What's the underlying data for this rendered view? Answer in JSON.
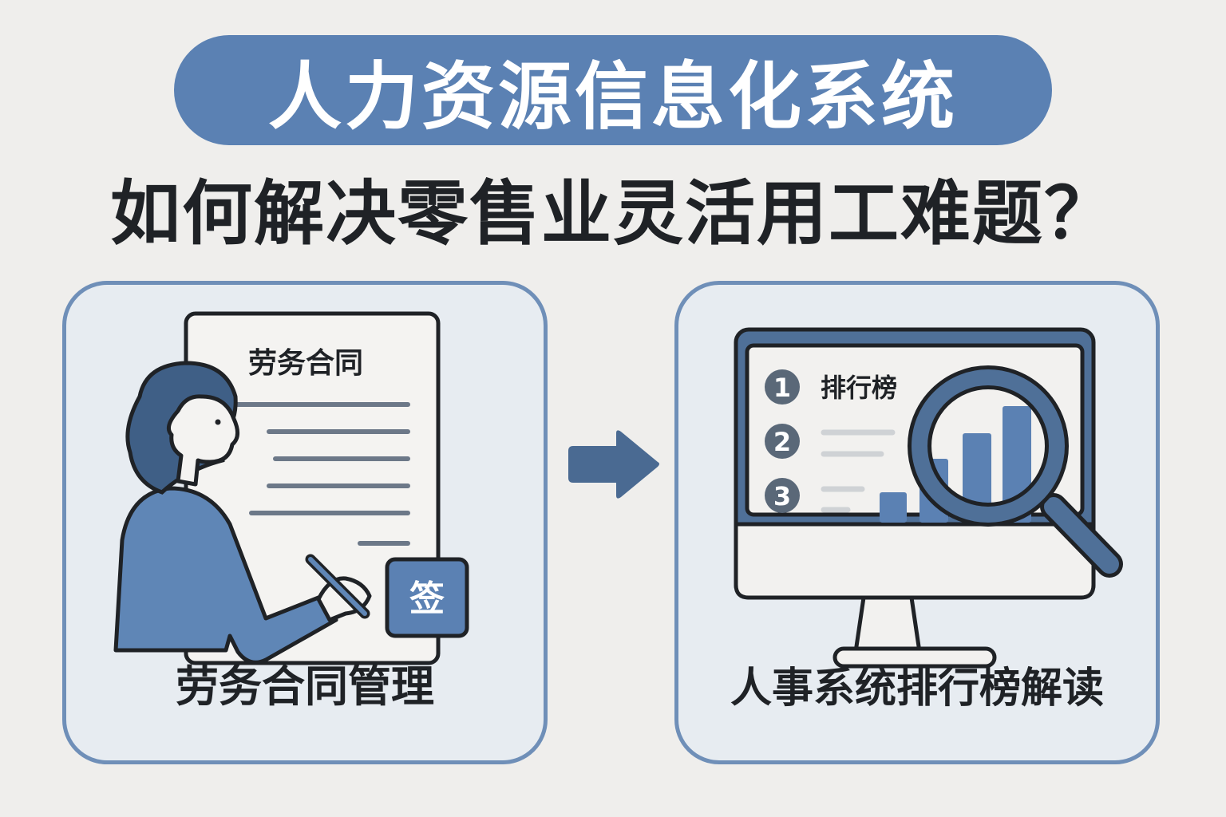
{
  "header": {
    "title": "人力资源信息化系统",
    "subtitle": "如何解决零售业灵活用工难题？"
  },
  "left_card": {
    "label": "劳务合同管理",
    "document_title": "劳务合同",
    "sign_badge": "签",
    "icons": [
      "contract-document-icon",
      "person-signing-icon",
      "pen-icon",
      "sign-stamp-icon"
    ]
  },
  "arrow": {
    "icon": "arrow-right-icon"
  },
  "right_card": {
    "label": "人事系统排行榜解读",
    "screen_title": "排行榜",
    "ranks": [
      "1",
      "2",
      "3"
    ],
    "icons": [
      "monitor-icon",
      "bar-chart-icon",
      "magnifier-icon"
    ]
  },
  "colors": {
    "background": "#efeeec",
    "accent_blue": "#5b81b3",
    "dark_blue": "#4a6a92",
    "card_bg": "#e7ecf1",
    "card_border": "#6f8fb8",
    "text_dark": "#1f2226"
  }
}
